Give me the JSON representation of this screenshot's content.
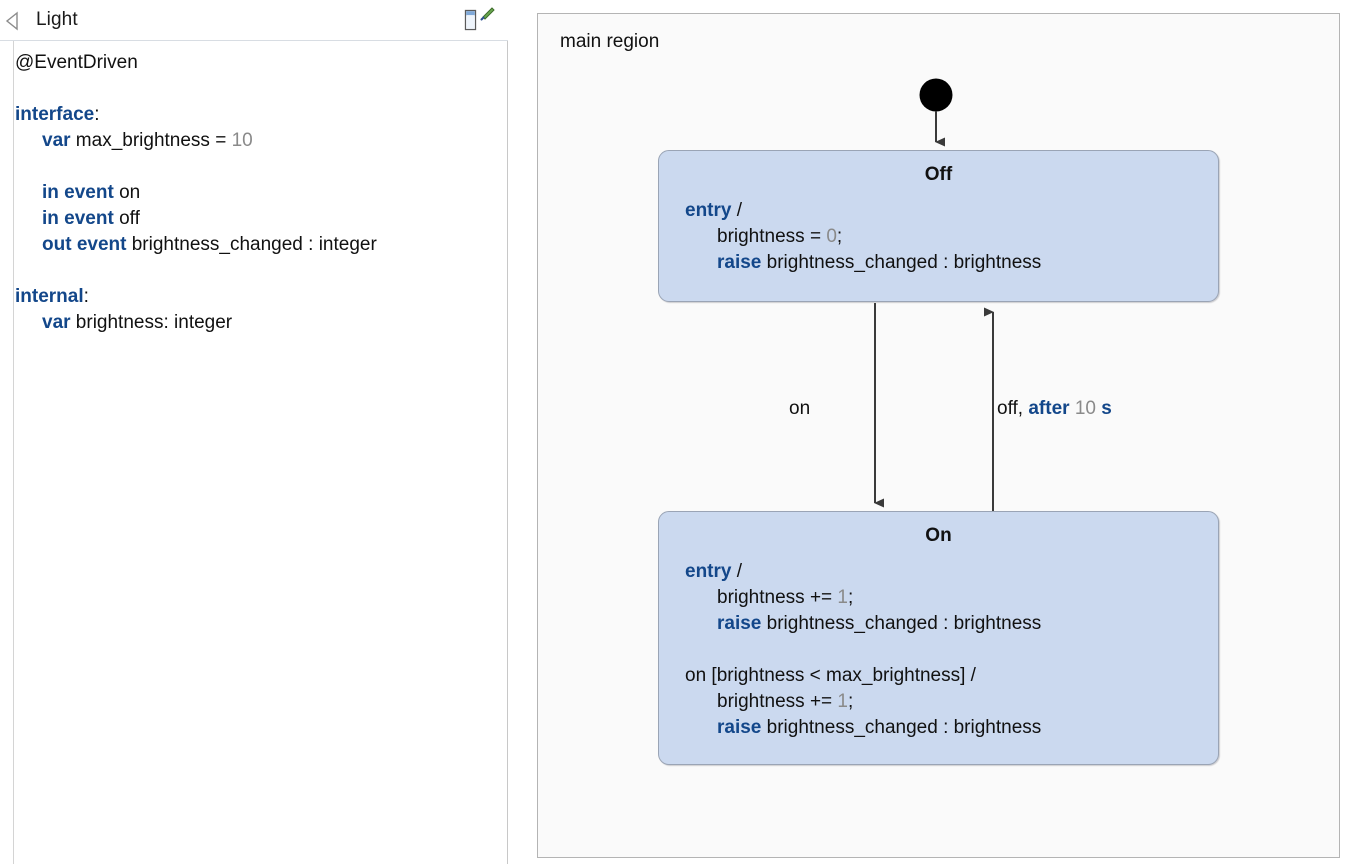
{
  "editor": {
    "title": "Light",
    "collapse_icon": "triangle-left-icon",
    "view_icon": "view-window-icon",
    "pin_icon": "pin-icon",
    "code_lines": [
      {
        "indent": 0,
        "tokens": [
          {
            "t": "plain",
            "v": "@EventDriven"
          }
        ]
      },
      {
        "indent": 0,
        "blank": true,
        "tokens": []
      },
      {
        "indent": 0,
        "tokens": [
          {
            "t": "kw",
            "v": "interface"
          },
          {
            "t": "plain",
            "v": ":"
          }
        ]
      },
      {
        "indent": 1,
        "tokens": [
          {
            "t": "kw",
            "v": "var"
          },
          {
            "t": "plain",
            "v": " max_brightness = "
          },
          {
            "t": "num",
            "v": "10"
          }
        ]
      },
      {
        "indent": 0,
        "blank": true,
        "tokens": []
      },
      {
        "indent": 1,
        "tokens": [
          {
            "t": "kw",
            "v": "in event"
          },
          {
            "t": "plain",
            "v": " on"
          }
        ]
      },
      {
        "indent": 1,
        "tokens": [
          {
            "t": "kw",
            "v": "in event"
          },
          {
            "t": "plain",
            "v": " off"
          }
        ]
      },
      {
        "indent": 1,
        "tokens": [
          {
            "t": "kw",
            "v": "out event"
          },
          {
            "t": "plain",
            "v": " brightness_changed : integer"
          }
        ]
      },
      {
        "indent": 0,
        "blank": true,
        "tokens": []
      },
      {
        "indent": 0,
        "tokens": [
          {
            "t": "kw",
            "v": "internal"
          },
          {
            "t": "plain",
            "v": ":"
          }
        ]
      },
      {
        "indent": 1,
        "tokens": [
          {
            "t": "kw",
            "v": "var"
          },
          {
            "t": "plain",
            "v": " brightness: integer"
          }
        ]
      }
    ]
  },
  "diagram": {
    "region_label": "main region",
    "initial_state_icon": "initial-state-node",
    "states": [
      {
        "id": "off",
        "name": "Off",
        "lines": [
          {
            "indent": 0,
            "tokens": [
              {
                "t": "kw",
                "v": "entry"
              },
              {
                "t": "plain",
                "v": " /"
              }
            ]
          },
          {
            "indent": 1,
            "tokens": [
              {
                "t": "plain",
                "v": "brightness = "
              },
              {
                "t": "num",
                "v": "0"
              },
              {
                "t": "plain",
                "v": ";"
              }
            ]
          },
          {
            "indent": 1,
            "tokens": [
              {
                "t": "kw",
                "v": "raise"
              },
              {
                "t": "plain",
                "v": " brightness_changed : brightness"
              }
            ]
          }
        ]
      },
      {
        "id": "on",
        "name": "On",
        "lines": [
          {
            "indent": 0,
            "tokens": [
              {
                "t": "kw",
                "v": "entry"
              },
              {
                "t": "plain",
                "v": " /"
              }
            ]
          },
          {
            "indent": 1,
            "tokens": [
              {
                "t": "plain",
                "v": "brightness += "
              },
              {
                "t": "num",
                "v": "1"
              },
              {
                "t": "plain",
                "v": ";"
              }
            ]
          },
          {
            "indent": 1,
            "tokens": [
              {
                "t": "kw",
                "v": "raise"
              },
              {
                "t": "plain",
                "v": " brightness_changed : brightness"
              }
            ]
          },
          {
            "indent": 0,
            "blank": true,
            "tokens": []
          },
          {
            "indent": 0,
            "tokens": [
              {
                "t": "plain",
                "v": "on [brightness < max_brightness] /"
              }
            ]
          },
          {
            "indent": 1,
            "tokens": [
              {
                "t": "plain",
                "v": "brightness += "
              },
              {
                "t": "num",
                "v": "1"
              },
              {
                "t": "plain",
                "v": ";"
              }
            ]
          },
          {
            "indent": 1,
            "tokens": [
              {
                "t": "kw",
                "v": "raise"
              },
              {
                "t": "plain",
                "v": " brightness_changed : brightness"
              }
            ]
          }
        ]
      }
    ],
    "transitions": [
      {
        "id": "off-to-on",
        "label_tokens": [
          {
            "t": "plain",
            "v": "on"
          }
        ]
      },
      {
        "id": "on-to-off",
        "label_tokens": [
          {
            "t": "plain",
            "v": "off, "
          },
          {
            "t": "kw",
            "v": "after"
          },
          {
            "t": "plain",
            "v": " "
          },
          {
            "t": "num",
            "v": "10"
          },
          {
            "t": "plain",
            "v": " "
          },
          {
            "t": "kw",
            "v": "s"
          }
        ]
      }
    ]
  },
  "colors": {
    "state_fill": "#cbd9ef",
    "state_border": "#9aa4b5",
    "keyword": "#13478a",
    "number": "#8a8a8a",
    "canvas": "#fafafa",
    "canvas_border": "#b4b4b4",
    "arrow": "#3a3a3a"
  }
}
